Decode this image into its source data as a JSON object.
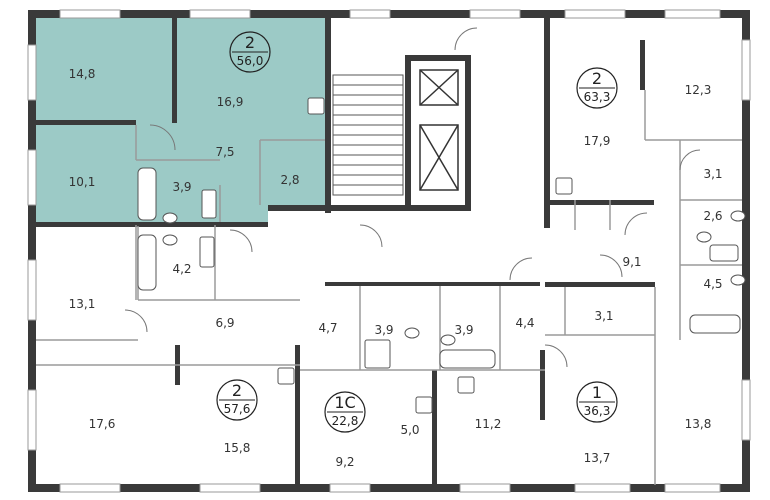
{
  "colors": {
    "wall": "#3a3a3a",
    "thin_wall": "#9a9a9a",
    "highlight": "#9ccac6",
    "background": "#ffffff"
  },
  "apartments": [
    {
      "id": "apt-top-left",
      "rooms_label": "2",
      "area": "56,0"
    },
    {
      "id": "apt-top-right",
      "rooms_label": "2",
      "area": "63,3"
    },
    {
      "id": "apt-bottom-left",
      "rooms_label": "2",
      "area": "57,6"
    },
    {
      "id": "apt-studio",
      "rooms_label": "1С",
      "area": "22,8"
    },
    {
      "id": "apt-bottom-right",
      "rooms_label": "1",
      "area": "36,3"
    }
  ],
  "rooms": [
    "14,8",
    "16,9",
    "10,1",
    "7,5",
    "3,9",
    "2,8",
    "17,9",
    "12,3",
    "3,1",
    "2,6",
    "9,1",
    "4,5",
    "4,2",
    "13,1",
    "6,9",
    "4,7",
    "3,9",
    "3,9",
    "4,4",
    "3,1",
    "17,6",
    "15,8",
    "9,2",
    "5,0",
    "11,2",
    "13,7",
    "13,8"
  ]
}
